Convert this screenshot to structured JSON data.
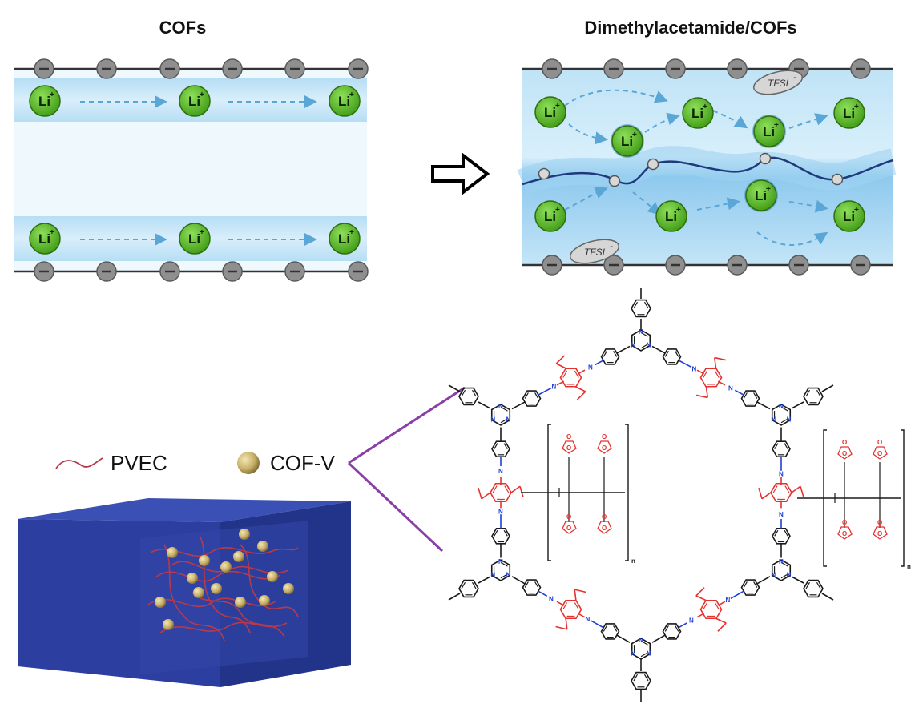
{
  "panel_left": {
    "title": "COFs",
    "ion_label": "Li",
    "ion_charge": "+"
  },
  "panel_right": {
    "title": "Dimethylacetamide/COFs",
    "ion_label": "Li",
    "ion_charge": "+",
    "anion_label": "TFSI",
    "anion_charge": "-"
  },
  "legend": {
    "polymer_label": "PVEC",
    "particle_label": "COF-V"
  },
  "structure": {
    "atom_N": "N",
    "atom_O": "O",
    "repeat_n": "n"
  },
  "colors": {
    "ion_green": "#57b81f",
    "channel_blue": "#bfe3f6",
    "charge_gray": "#8f8f8f",
    "block_blue": "#2c3fa0",
    "polymer_red": "#b83a4a",
    "linker_red": "#e4322f",
    "nitrogen_blue": "#1f3fd6",
    "cof_purple": "#8a3fa6"
  }
}
